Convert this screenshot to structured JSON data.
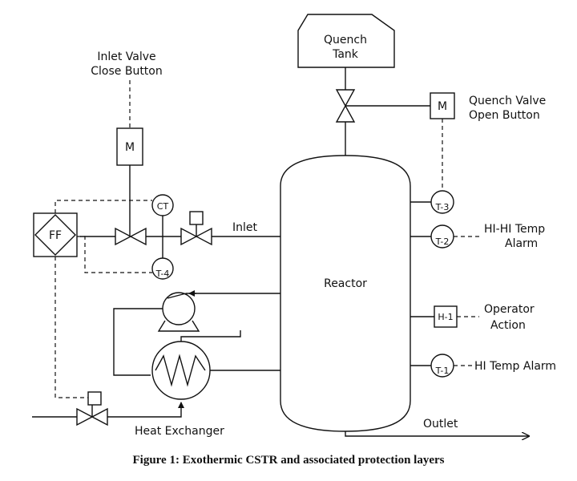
{
  "labels": {
    "quench_tank_1": "Quench",
    "quench_tank_2": "Tank",
    "inlet_valve_btn_1": "Inlet Valve",
    "inlet_valve_btn_2": "Close Button",
    "quench_valve_btn_1": "Quench Valve",
    "quench_valve_btn_2": "Open Button",
    "motor_left": "M",
    "motor_right": "M",
    "ff": "FF",
    "ct": "CT",
    "t4": "T-4",
    "t3": "T-3",
    "t2": "T-2",
    "h1": "H-1",
    "t1": "T-1",
    "inlet": "Inlet",
    "reactor": "Reactor",
    "hihi_1": "HI-HI Temp",
    "hihi_2": "Alarm",
    "operator_1": "Operator",
    "operator_2": "Action",
    "hi_temp": "HI Temp Alarm",
    "heat_exchanger": "Heat Exchanger",
    "outlet": "Outlet"
  },
  "caption": "Figure 1: Exothermic CSTR and associated protection layers"
}
